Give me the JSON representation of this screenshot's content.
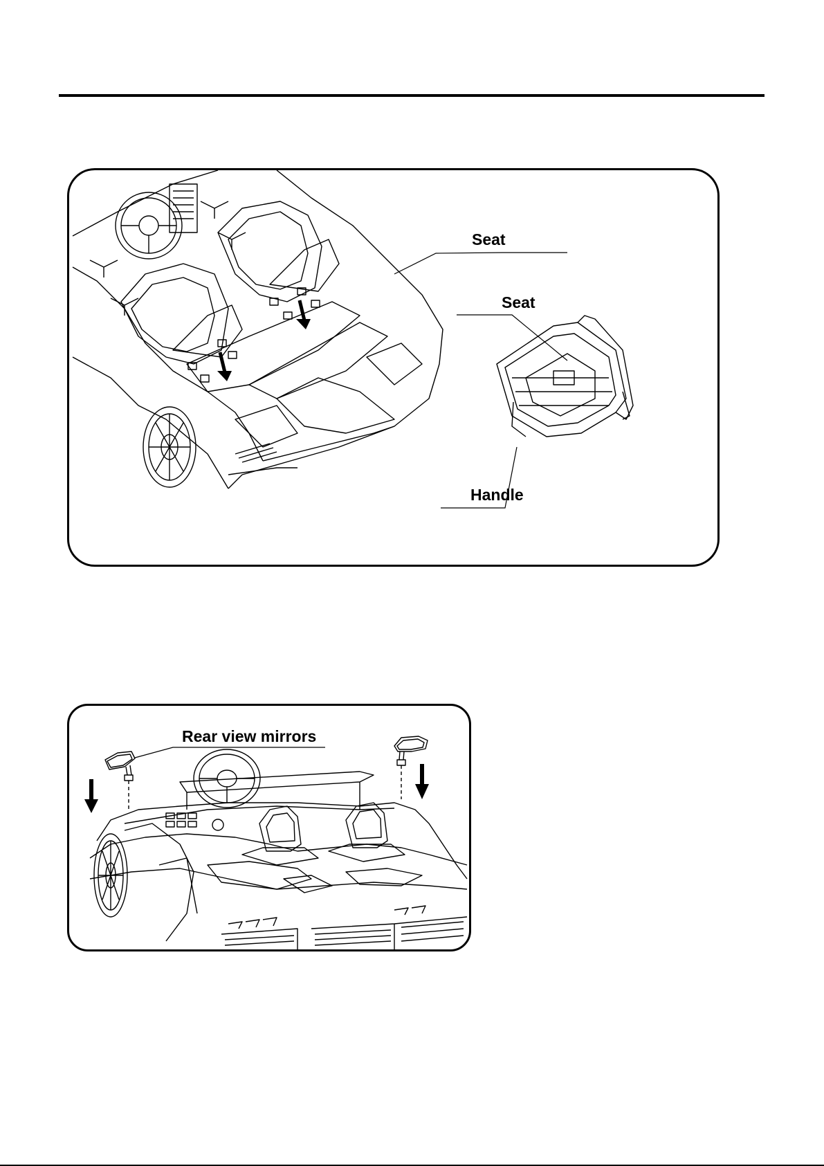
{
  "figure_seat": {
    "labels": {
      "seat_on_car": "Seat",
      "seat_detached": "Seat",
      "handle": "Handle"
    },
    "arrows": [
      "arrow-down-icon",
      "arrow-down-icon"
    ]
  },
  "figure_mirrors": {
    "labels": {
      "mirrors": "Rear view mirrors"
    },
    "arrows": [
      "arrow-down-icon",
      "arrow-down-icon"
    ]
  }
}
